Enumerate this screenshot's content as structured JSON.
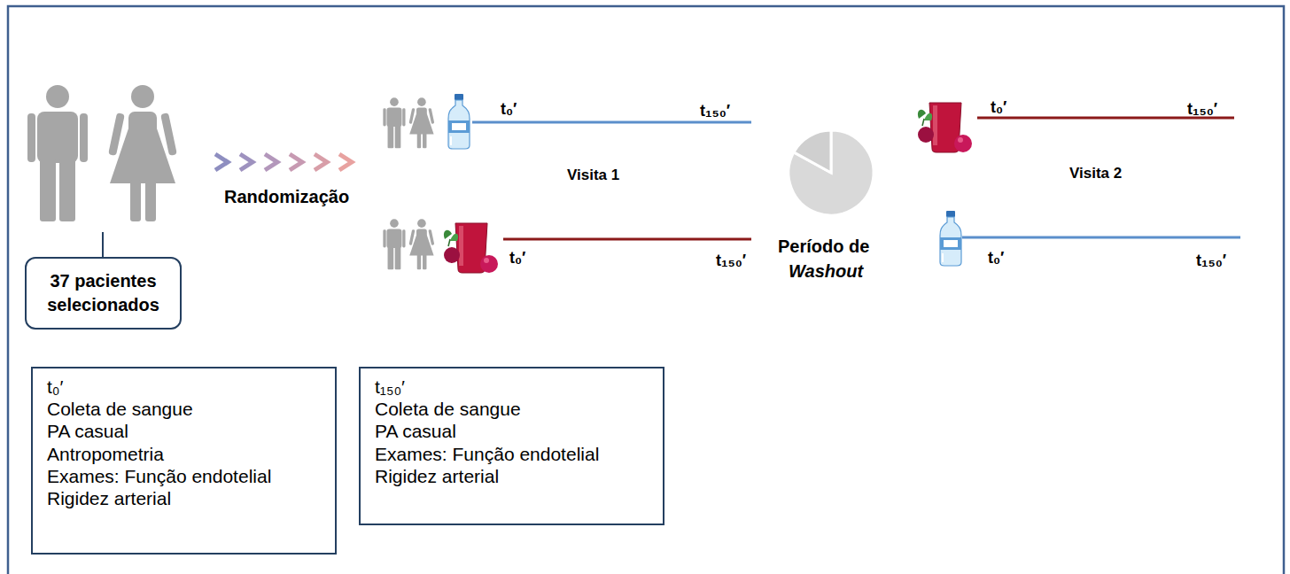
{
  "diagram": {
    "nodes": [
      {
        "text": [
          "37 pacientes selecionados"
        ]
      },
      {
        "text": [
          "t₀′",
          "Coleta de sangue",
          "PA casual",
          "Antropometria",
          "Exames: Função endotelial",
          "Rigidez arterial"
        ]
      },
      {
        "text": [
          "t₁₅₀′",
          "Coleta de sangue",
          "PA casual",
          "Exames: Função endotelial",
          "Rigidez arterial"
        ]
      }
    ],
    "labels": [
      "Randomização",
      "t₀′",
      "t₁₅₀′",
      "Visita 1",
      "t₀′",
      "t₁₅₀′",
      "Período de",
      "Washout",
      "t₀′",
      "t₁₅₀′",
      "Visita 2",
      "t₀′",
      "t₁₅₀′"
    ]
  }
}
